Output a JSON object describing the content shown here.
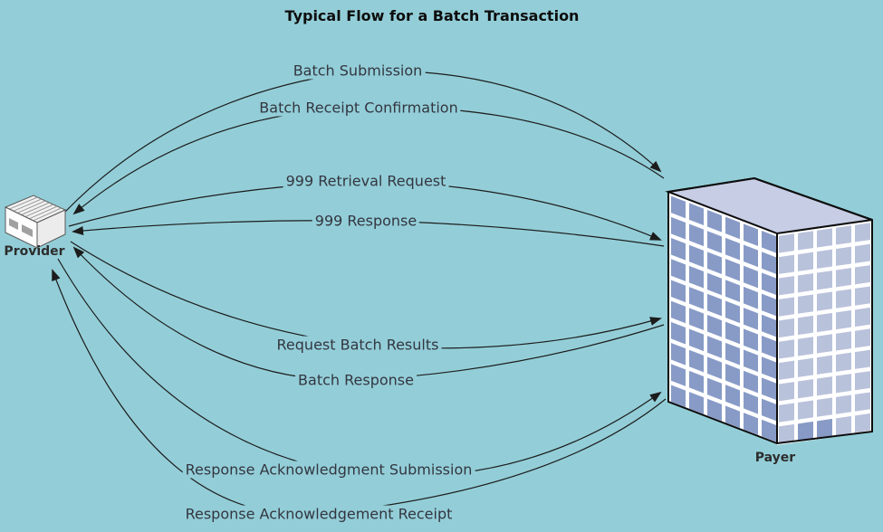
{
  "title": "Typical Flow for a Batch Transaction",
  "nodes": {
    "provider": {
      "label": "Provider"
    },
    "payer": {
      "label": "Payer"
    }
  },
  "flows": [
    {
      "label": "Batch Submission",
      "from": "Provider",
      "to": "Payer"
    },
    {
      "label": "Batch Receipt Confirmation",
      "from": "Payer",
      "to": "Provider"
    },
    {
      "label": "999 Retrieval Request",
      "from": "Provider",
      "to": "Payer"
    },
    {
      "label": "999 Response",
      "from": "Payer",
      "to": "Provider"
    },
    {
      "label": "Request Batch Results",
      "from": "Provider",
      "to": "Payer"
    },
    {
      "label": "Batch Response",
      "from": "Payer",
      "to": "Provider"
    },
    {
      "label": "Response Acknowledgment Submission",
      "from": "Provider",
      "to": "Payer"
    },
    {
      "label": "Response Acknowledgement Receipt",
      "from": "Payer",
      "to": "Provider"
    }
  ],
  "colors": {
    "background": "#93ced8",
    "arrow_line": "#1c1c1c",
    "label_text": "#333640",
    "payer_left_face_window": "#889bc7",
    "payer_right_face_window": "#b9c2db",
    "payer_roof": "#c6cde4",
    "window_grout": "#ffffff",
    "provider_window": "#a0a0a0"
  }
}
